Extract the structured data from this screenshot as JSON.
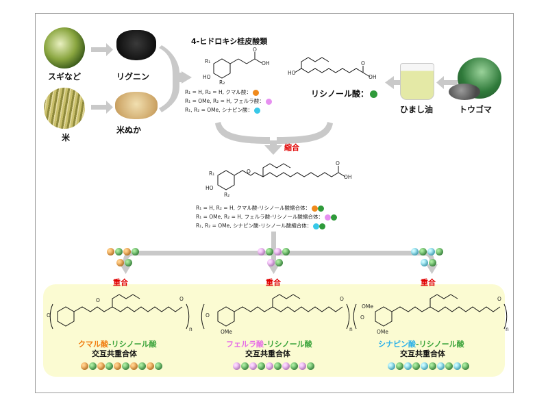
{
  "title_top": "4-ヒドロキシ桂皮酸類",
  "sources": {
    "sugi": "スギなど",
    "lignin": "リグニン",
    "kome": "米",
    "komenuka": "米ぬか",
    "ricinoleic_label": "リシノール酸：",
    "castor_oil": "ひまし油",
    "castor_plant": "トウゴマ"
  },
  "cinnamic_notes": [
    "R₁ = H, R₂ = H, クマル酸：",
    "R₁ = OMe, R₂ = H, フェルラ酸：",
    "R₁, R₂ = OMe, シナピン酸："
  ],
  "step_condensation": "縮合",
  "condensate_notes": [
    "R₁ = H, R₂ = H, クマル酸-リシノール酸縮合体：",
    "R₁ = OMe, R₂ = H, フェルラ酸-リシノール酸縮合体：",
    "R₁, R₂ = OMe, シナピン酸-リシノール酸縮合体："
  ],
  "step_polymerization": "重合",
  "structure_text": {
    "oh": "OH",
    "ho": "HO",
    "r1": "R₁",
    "r2": "R₂",
    "o": "O",
    "n": "n",
    "ome": "OMe"
  },
  "products": [
    {
      "name_a": "クマル酸",
      "name_b": "-リシノール酸",
      "line2": "交互共重合体",
      "color_a": "#f07d10"
    },
    {
      "name_a": "フェルラ酸",
      "name_b": "-リシノール酸",
      "line2": "交互共重合体",
      "color_a": "#e66ee6"
    },
    {
      "name_a": "シナピン酸",
      "name_b": "-リシノール酸",
      "line2": "交互共重合体",
      "color_a": "#2ab0e8"
    }
  ],
  "colors": {
    "ricinoleic": "#3aa33a",
    "coumaric": "#f07d10",
    "ferulic": "#e66ee6",
    "sinapic": "#2ab0e8",
    "panel": "#fbfbd2",
    "arrow": "#c9c9c9"
  }
}
